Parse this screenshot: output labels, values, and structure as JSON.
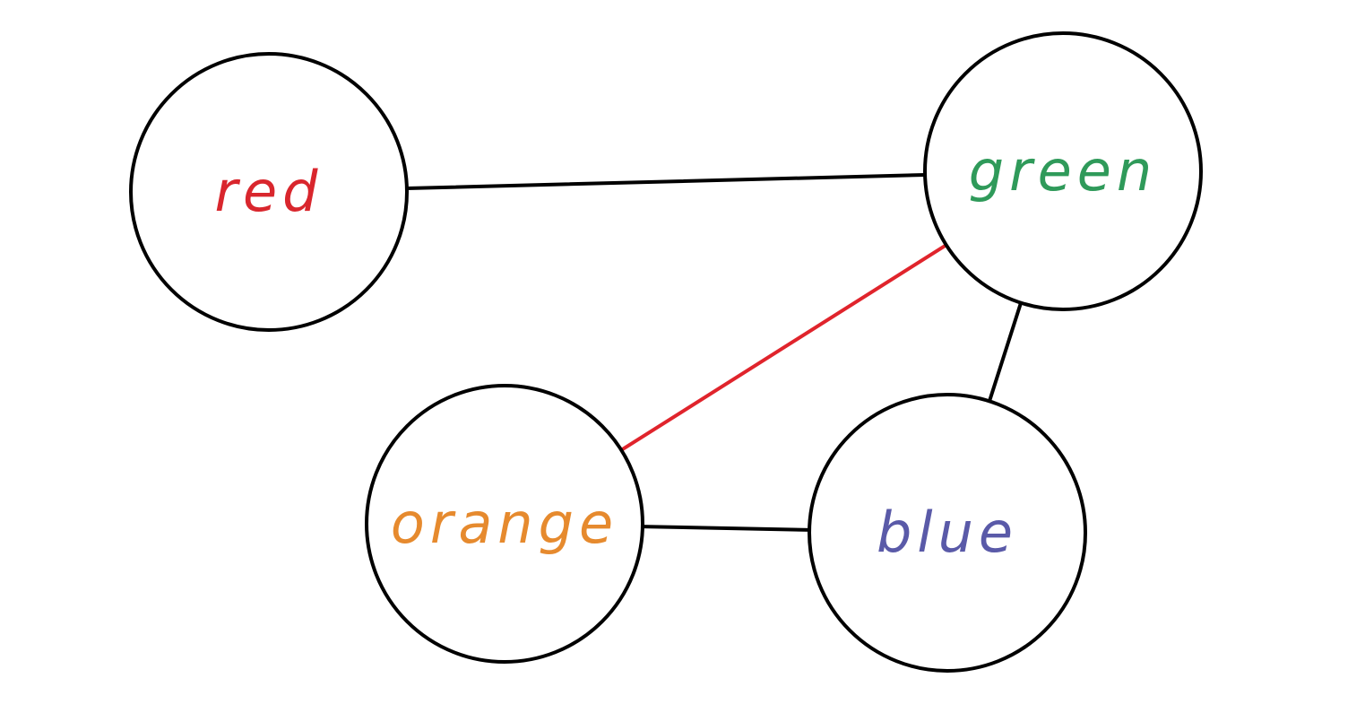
{
  "diagram": {
    "type": "graph",
    "nodes": [
      {
        "id": "red",
        "label": "red",
        "color": "#d9262d"
      },
      {
        "id": "green",
        "label": "green",
        "color": "#2f9a5a"
      },
      {
        "id": "orange",
        "label": "orange",
        "color": "#e68a2e"
      },
      {
        "id": "blue",
        "label": "blue",
        "color": "#5a5aa8"
      }
    ],
    "edges": [
      {
        "from": "red",
        "to": "green",
        "color": "#000000"
      },
      {
        "from": "green",
        "to": "orange",
        "color": "#e0242c"
      },
      {
        "from": "green",
        "to": "blue",
        "color": "#000000"
      },
      {
        "from": "orange",
        "to": "blue",
        "color": "#000000"
      }
    ]
  }
}
